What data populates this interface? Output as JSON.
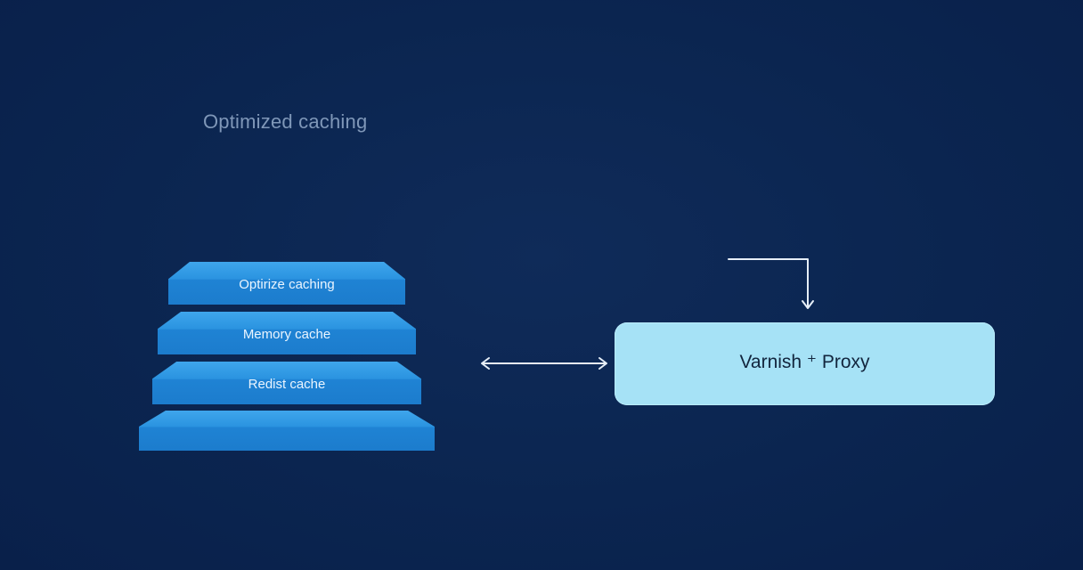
{
  "diagram": {
    "title": "Optimized caching",
    "stack_layers": [
      {
        "label": "Optirize caching"
      },
      {
        "label": "Memory cache"
      },
      {
        "label": "Redist cache"
      },
      {
        "label": ""
      }
    ],
    "proxy": {
      "label": "Varnish ⁺ Proxy"
    },
    "connectors": [
      {
        "from": "stack",
        "to": "proxy",
        "style": "bidirectional-arrow"
      },
      {
        "from": "top",
        "to": "proxy",
        "style": "elbow-arrow-down"
      }
    ],
    "colors": {
      "background": "#0b2550",
      "title_text": "#7f97b8",
      "layer_fill": "#2a93e0",
      "layer_text": "#eaf5ff",
      "proxy_fill": "#a6e2f6",
      "proxy_text": "#12253d",
      "connector": "#e6eef7"
    }
  }
}
